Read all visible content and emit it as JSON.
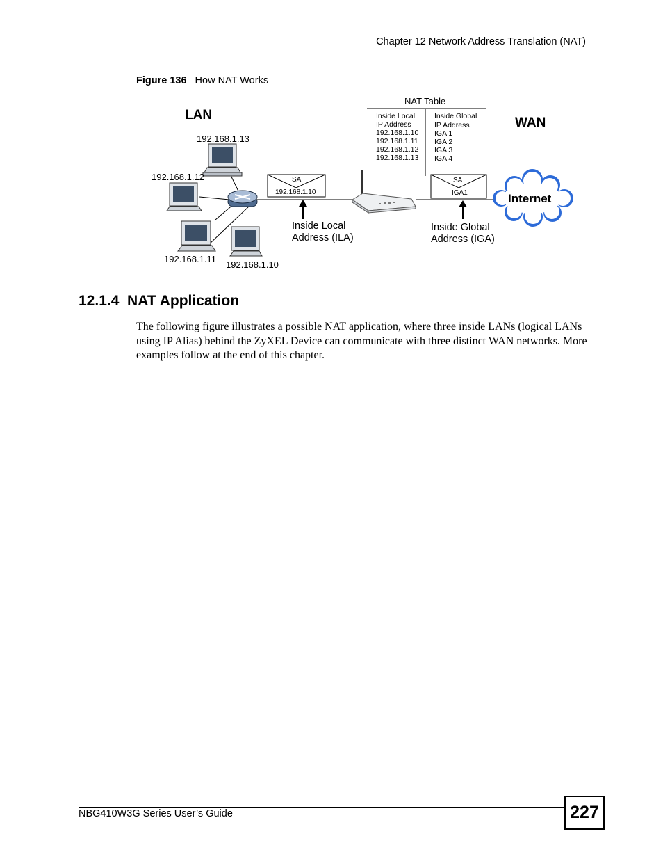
{
  "header": {
    "chapter": "Chapter 12 Network Address Translation (NAT)"
  },
  "figure": {
    "label": "Figure 136",
    "title": "How NAT Works",
    "lan_label": "LAN",
    "wan_label": "WAN",
    "nat_table": {
      "title": "NAT Table",
      "col1_header": [
        "Inside Local",
        "IP Address"
      ],
      "col1_values": [
        "192.168.1.10",
        "192.168.1.11",
        "192.168.1.12",
        "192.168.1.13"
      ],
      "col2_header": [
        "Inside Global",
        "IP Address"
      ],
      "col2_values": [
        "IGA 1",
        "IGA 2",
        "IGA 3",
        "IGA 4"
      ]
    },
    "hosts": {
      "pc13": "192.168.1.13",
      "pc12": "192.168.1.12",
      "pc11": "192.168.1.11",
      "pc10": "192.168.1.10"
    },
    "packet_left": {
      "sa": "SA",
      "addr": "192.168.1.10"
    },
    "packet_right": {
      "sa": "SA",
      "addr": "IGA1"
    },
    "ila_label": [
      "Inside Local",
      "Address (ILA)"
    ],
    "iga_label": [
      "Inside Global",
      "Address (IGA)"
    ],
    "internet_label": "Internet"
  },
  "section": {
    "number_title": "12.1.4  NAT Application",
    "paragraph": "The following figure illustrates a possible NAT application, where three inside LANs (logical LANs using IP Alias) behind the ZyXEL Device can communicate with three distinct WAN networks. More examples follow at the end of this chapter."
  },
  "footer": {
    "guide": "NBG410W3G Series User’s Guide",
    "page_number": "227"
  }
}
